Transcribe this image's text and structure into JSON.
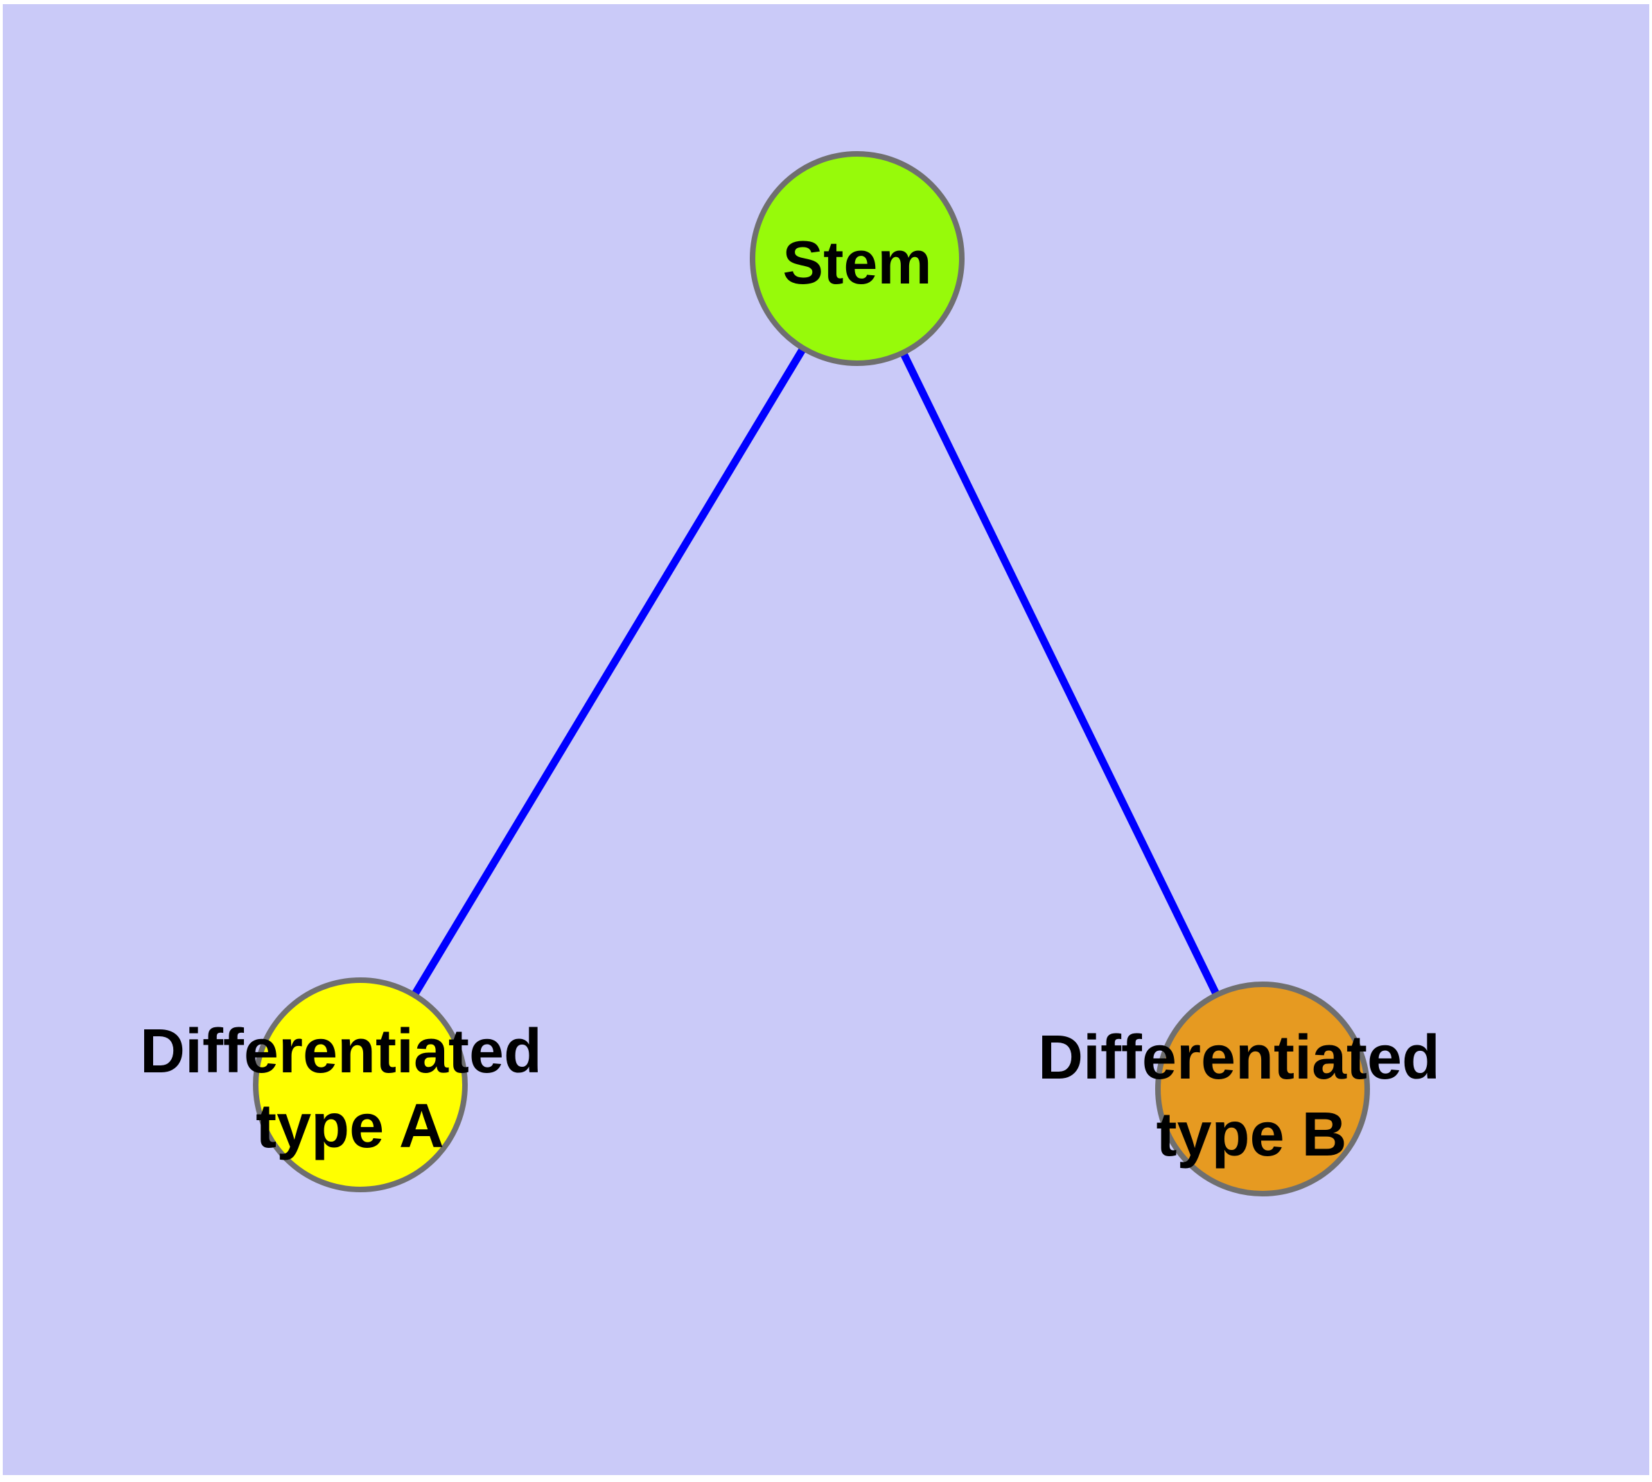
{
  "canvas": {
    "frame_color": "#ffffff",
    "background_color": "#cacaf8"
  },
  "diagram": {
    "description": "Stem cell differentiation node-link graph",
    "text_color": "#000000",
    "node_border_color": "#6f6f6f",
    "edge_color": "#0000ff",
    "nodes": [
      {
        "id": "stem",
        "label": "Stem",
        "label_line1": "Stem",
        "label_line2": "",
        "fill": "#97fa0a"
      },
      {
        "id": "type-a",
        "label": "Differentiated type A",
        "label_line1": "Differentiated",
        "label_line2": "type A",
        "fill": "#ffff00"
      },
      {
        "id": "type-b",
        "label": "Differentiated type B",
        "label_line1": "Differentiated",
        "label_line2": "type B",
        "fill": "#e69a21"
      }
    ],
    "edges": [
      {
        "from": "Stem",
        "to": "Differentiated type A"
      },
      {
        "from": "Stem",
        "to": "Differentiated type B"
      }
    ]
  }
}
